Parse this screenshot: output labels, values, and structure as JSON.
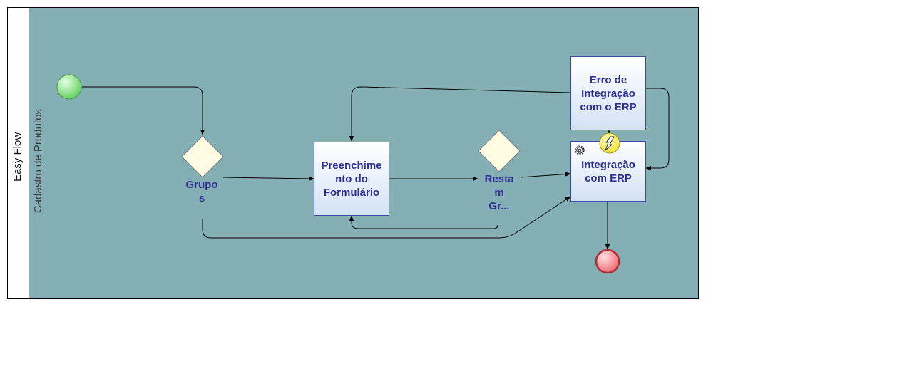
{
  "pool": {
    "title": "Easy Flow"
  },
  "lane": {
    "title": "Cadastro de Produtos"
  },
  "tasks": {
    "form": "Preenchimento do Formulário",
    "form_lines": [
      "Preenchime",
      "nto do",
      "Formulário"
    ],
    "error": "Erro de Integração com o ERP",
    "error_lines": [
      "Erro de",
      "Integração",
      "com o ERP"
    ],
    "integration": "Integração com ERP",
    "integration_lines": [
      "Integração",
      "com ERP"
    ]
  },
  "gateways": {
    "groups": "Grupos",
    "groups_lines": [
      "Grupo",
      "s"
    ],
    "remaining": "Restam Gr...",
    "remaining_lines": [
      "Resta",
      "m",
      "Gr..."
    ]
  },
  "events": {
    "start": "start-event",
    "end": "end-event"
  },
  "icons": {
    "service_task": "gear-icon",
    "boundary_error": "lightning-icon"
  },
  "colors": {
    "lane_fill": "#84b0b5",
    "task_fill_top": "#ffffff",
    "task_fill_bottom": "#d5e3f5",
    "task_border": "#3b4a9a",
    "label_text": "#2e3192",
    "gateway_fill": "#fffde3",
    "start_fill": "#7ee07a",
    "end_fill": "#f07f84",
    "end_border": "#b22b33",
    "boundary_fill": "#f5f03a"
  }
}
